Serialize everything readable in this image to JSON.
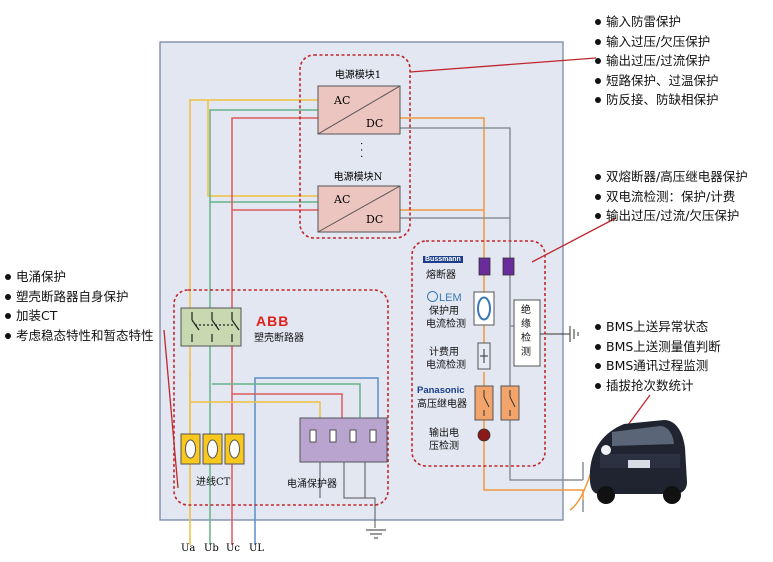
{
  "colors": {
    "panel_bg": "#e3e7f1",
    "panel_border": "#6e7f9e",
    "dash_red": "#c0262d",
    "wire_yellow": "#f0c040",
    "wire_green": "#67b48a",
    "wire_red": "#de5a5a",
    "wire_blue": "#5b8ec8",
    "wire_orange": "#f09a3e",
    "wire_gray": "#8a8f98",
    "module_fill": "#ecc4c0",
    "fuse_purple": "#6a2b9b",
    "relay_orange": "#f3a46a",
    "spd_purple": "#b9a3cf",
    "ct_yellow": "#f8c81f",
    "breaker_green": "#c8d8b0"
  },
  "callouts": {
    "power_module": [
      "输入防雷保护",
      "输入过压/欠压保护",
      "输出过压/过流保护",
      "短路保护、过温保护",
      "防反接、防缺相保护"
    ],
    "dc_output": [
      "双熔断器/高压继电器保护",
      "双电流检测：保护/计费",
      "输出过压/过流/欠压保护"
    ],
    "ac_input": [
      "电涌保护",
      "塑壳断路器自身保护",
      "加装CT",
      "考虑稳态特性和暂态特性"
    ],
    "bms": [
      "BMS上送异常状态",
      "BMS上送测量值判断",
      "BMS通讯过程监测",
      "插拔抢次数统计"
    ]
  },
  "modules": {
    "top_title": "电源模块1",
    "bottom_title": "电源模块N",
    "ac": "AC",
    "dc": "DC",
    "dots": "·  ·  ·"
  },
  "labels": {
    "abb_logo": "ABB",
    "breaker": "塑壳断路器",
    "ct": "进线CT",
    "spd": "电涌保护器",
    "bussmann_logo": "Bussmann",
    "fuse": "熔断器",
    "lem_logo": "LEM",
    "protect_current": [
      "保护用",
      "电流检测"
    ],
    "metering_current": [
      "计费用",
      "电流检测"
    ],
    "insulation": [
      "绝",
      "缘",
      "检",
      "测"
    ],
    "panasonic_logo": "Panasonic",
    "relay": "高压继电器",
    "output_voltage": [
      "输出电",
      "压检测"
    ]
  },
  "terminals": [
    "Ua",
    "Ub",
    "Uc",
    "UL"
  ]
}
